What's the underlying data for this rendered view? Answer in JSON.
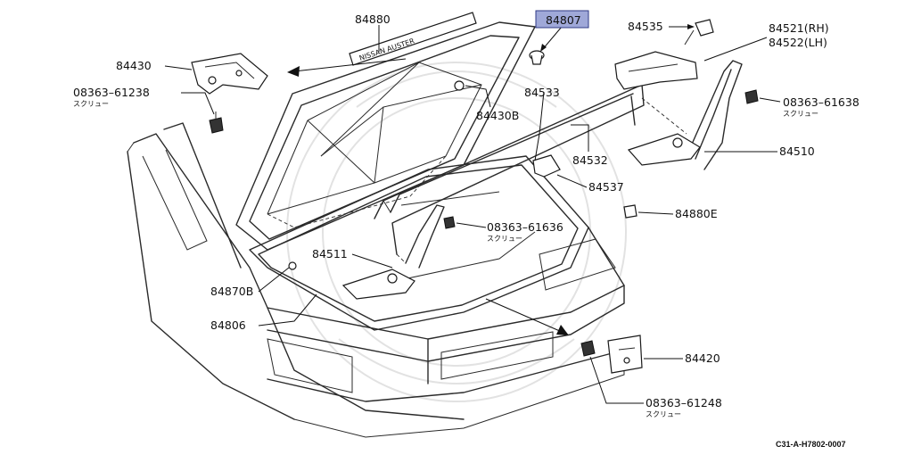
{
  "diagram": {
    "reference_code": "C31-A-H7802-0007",
    "highlight_color": "#9fa8d8",
    "labels": {
      "p84880": "84880",
      "p84807": "84807",
      "p84535": "84535",
      "p84521": "84521(RH)",
      "p84522": "84522(LH)",
      "p84430": "84430",
      "p0836361238": "08363–61238",
      "p84533": "84533",
      "p84430b": "84430B",
      "p0836361638": "08363–61638",
      "p84532": "84532",
      "p84510": "84510",
      "p84537": "84537",
      "p0836361636": "08363–61636",
      "p84880e": "84880E",
      "p84511": "84511",
      "p84870b": "84870B",
      "p84806": "84806",
      "p84420": "84420",
      "p0836361248": "08363–61248"
    },
    "screw_text": "スクリュー",
    "emblem_text": "NISSAN  AUSTER"
  }
}
